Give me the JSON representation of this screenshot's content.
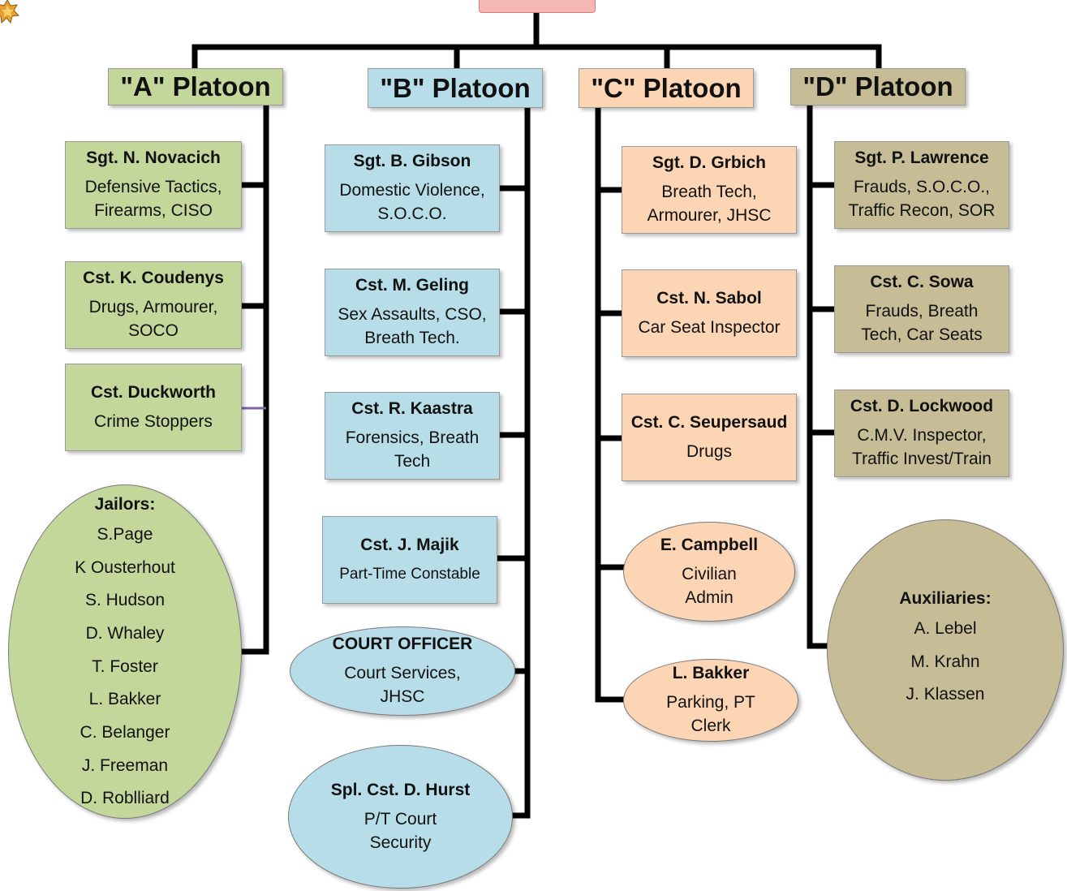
{
  "platoons": [
    {
      "label": "\"A\" Platoon"
    },
    {
      "label": "\"B\" Platoon"
    },
    {
      "label": "\"C\" Platoon"
    },
    {
      "label": "\"D\" Platoon"
    }
  ],
  "a_platoon": {
    "novacich": {
      "name": "Sgt.  N. Novacich",
      "duties": "Defensive Tactics,\nFirearms, CISO"
    },
    "coudenys": {
      "name": "Cst. K. Coudenys",
      "duties": "Drugs, Armourer,\nSOCO"
    },
    "duckworth": {
      "name": "Cst. Duckworth",
      "duties": "Crime Stoppers"
    },
    "jailors": {
      "title": "Jailors:",
      "names": [
        "S.Page",
        "K Ousterhout",
        "S. Hudson",
        "D. Whaley",
        "T. Foster",
        "L. Bakker",
        "C. Belanger",
        "J. Freeman",
        "D. Roblliard"
      ]
    }
  },
  "b_platoon": {
    "gibson": {
      "name": "Sgt. B. Gibson",
      "duties": "Domestic Violence,\nS.O.C.O."
    },
    "geling": {
      "name": "Cst. M. Geling",
      "duties": "Sex Assaults, CSO,\nBreath Tech."
    },
    "kaastra": {
      "name": "Cst. R. Kaastra",
      "duties": "Forensics, Breath\nTech"
    },
    "majik": {
      "name": "Cst. J. Majik",
      "duties": "Part-Time Constable"
    },
    "court_officer": {
      "name": "COURT OFFICER",
      "duties": "Court Services,\nJHSC"
    },
    "hurst": {
      "name": "Spl. Cst. D. Hurst",
      "duties": "P/T Court\nSecurity"
    }
  },
  "c_platoon": {
    "grbich": {
      "name": "Sgt. D. Grbich",
      "duties": "Breath Tech,\nArmourer,  JHSC"
    },
    "sabol": {
      "name": "Cst. N. Sabol",
      "duties": "Car Seat Inspector"
    },
    "seupersaud": {
      "name": "Cst. C. Seupersaud",
      "duties": "Drugs"
    },
    "campbell": {
      "name": "E. Campbell",
      "duties": "Civilian\nAdmin"
    },
    "bakker": {
      "name": "L. Bakker",
      "duties": "Parking, PT\nClerk"
    }
  },
  "d_platoon": {
    "lawrence": {
      "name": "Sgt. P. Lawrence",
      "duties": "Frauds, S.O.C.O.,\nTraffic Recon,  SOR"
    },
    "sowa": {
      "name": "Cst. C. Sowa",
      "duties": "Frauds, Breath\nTech, Car Seats"
    },
    "lockwood": {
      "name": "Cst. D. Lockwood",
      "duties": "C.M.V. Inspector,\nTraffic Invest/Train"
    },
    "auxiliaries": {
      "title": "Auxiliaries:",
      "names": [
        "A. Lebel",
        "M. Krahn",
        "J. Klassen"
      ]
    }
  },
  "colors": {
    "a_platoon": "#c4d79b",
    "b_platoon": "#b7dee8",
    "c_platoon": "#fcd5b4",
    "d_platoon": "#c6bd96",
    "connector": "#000000",
    "duckworth_connector": "#8064a2",
    "top_box": "#f5b7b1"
  },
  "icons": {
    "corner_logo": "badge-logo-icon"
  }
}
